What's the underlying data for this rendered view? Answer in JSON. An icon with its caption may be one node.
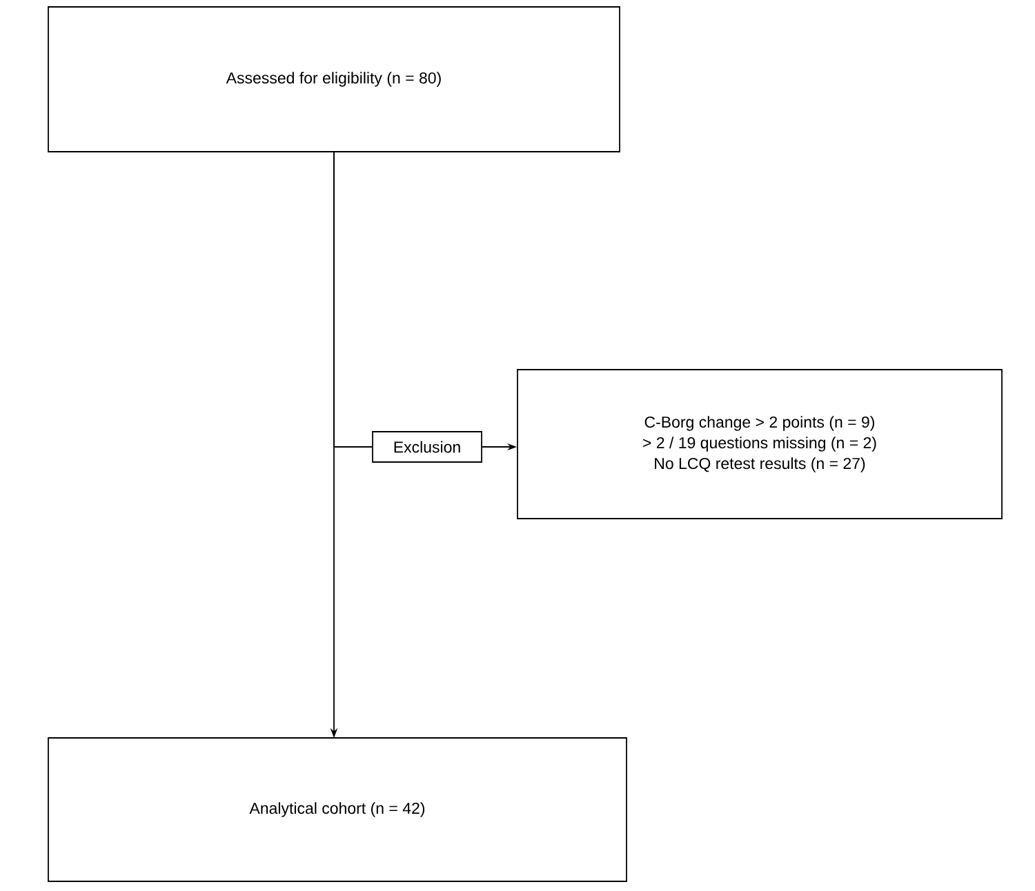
{
  "diagram": {
    "nodes": [
      {
        "text": [
          "Assessed for eligibility (n = 80)"
        ]
      },
      {
        "text": [
          "Analytical cohort (n = 42)"
        ]
      },
      {
        "text": [
          "Exclusion"
        ]
      },
      {
        "text": [
          "C-Borg change > 2 points (n = 9)",
          "> 2 / 19 questions missing (n = 2)",
          "No LCQ retest results (n = 27)"
        ]
      }
    ],
    "edges": [
      {
        "from": 0,
        "to": 1,
        "arrow": "to"
      },
      {
        "from": 0,
        "to": 2,
        "arrow": "none"
      },
      {
        "from": 2,
        "to": 3,
        "arrow": "to"
      }
    ]
  }
}
